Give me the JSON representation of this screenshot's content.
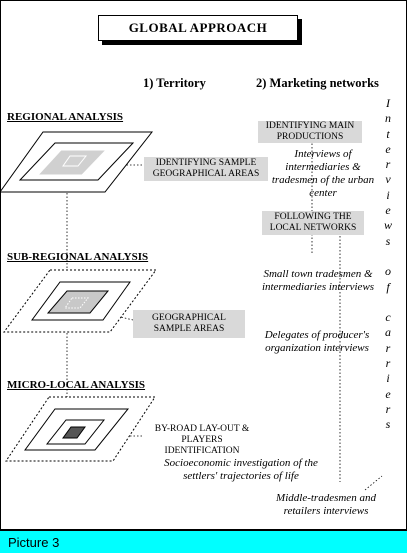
{
  "title": "GLOBAL APPROACH",
  "columns": {
    "territory": "1) Territory",
    "marketing": "2) Marketing networks"
  },
  "sections": {
    "regional": {
      "heading": "REGIONAL ANALYSIS",
      "box": "IDENTIFYING SAMPLE GEOGRAPHICAL AREAS"
    },
    "subregional": {
      "heading": "SUB-REGIONAL ANALYSIS",
      "box": "GEOGRAPHICAL SAMPLE AREAS"
    },
    "microlocal": {
      "heading": "MICRO-LOCAL ANALYSIS",
      "box": "BY-ROAD LAY-OUT & PLAYERS IDENTIFICATION",
      "note": "Socioeconomic investigation of the settlers' trajectories of life"
    }
  },
  "marketing": {
    "box1": "IDENTIFYING MAIN PRODUCTIONS",
    "text1": "Interviews of intermediaries & tradesmen of the urban center",
    "box2": "FOLLOWING THE LOCAL NETWORKS",
    "text2": "Small town tradesmen & intermediaries interviews",
    "text3": "Delegates of producer's organization interviews",
    "text4": "Middle-tradesmen and retailers interviews"
  },
  "vertical_text": [
    "I",
    "n",
    "t",
    "e",
    "r",
    "v",
    "i",
    "e",
    "w",
    "s",
    "",
    "o",
    "f",
    "",
    "c",
    "a",
    "r",
    "r",
    "i",
    "e",
    "r",
    "s"
  ],
  "caption": "Picture 3"
}
